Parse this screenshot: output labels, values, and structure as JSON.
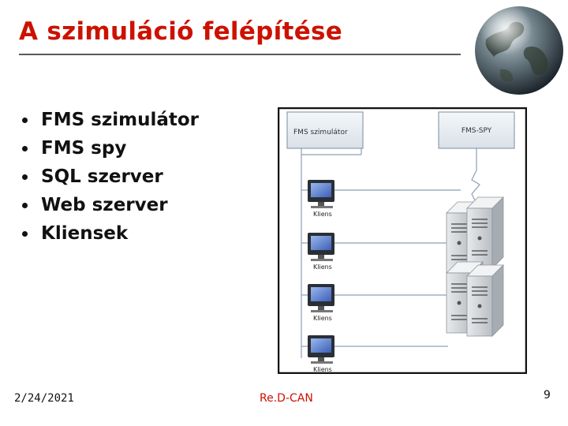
{
  "slide": {
    "title": "A szimuláció felépítése",
    "bullets": [
      "FMS szimulátor",
      "FMS spy",
      "SQL szerver",
      "Web szerver",
      "Kliensek"
    ]
  },
  "diagram": {
    "simulator_label": "FMS szimulátor",
    "spy_label": "FMS-SPY",
    "client_labels": [
      "Kliens",
      "Kliens",
      "Kliens",
      "Kliens"
    ]
  },
  "footer": {
    "date": "2/24/2021",
    "center": "Re.D-CAN",
    "page": "9"
  },
  "colors": {
    "title": "#cc1100",
    "accent": "#cc1100"
  }
}
